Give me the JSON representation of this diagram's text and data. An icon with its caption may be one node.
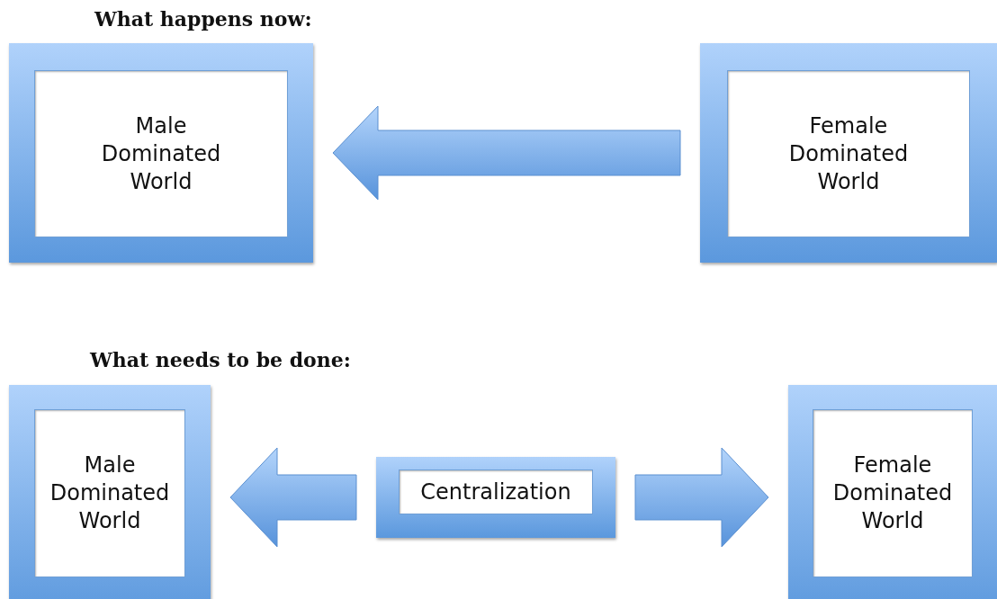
{
  "diagram": {
    "nodes": [
      {
        "text": [
          "Male Dominated World"
        ]
      },
      {
        "text": [
          "Female Dominated World"
        ]
      },
      {
        "text": [
          "Male Dominated World"
        ]
      },
      {
        "text": [
          "Centralization"
        ]
      },
      {
        "text": [
          "Female Dominated World"
        ]
      }
    ],
    "edges": [
      {
        "from": 1,
        "to": 0,
        "arrow": "to"
      },
      {
        "from": 3,
        "to": 2,
        "arrow": "to"
      },
      {
        "from": 3,
        "to": 4,
        "arrow": "to"
      }
    ],
    "labels": [
      "What happens now:",
      "What needs to be done:"
    ]
  }
}
